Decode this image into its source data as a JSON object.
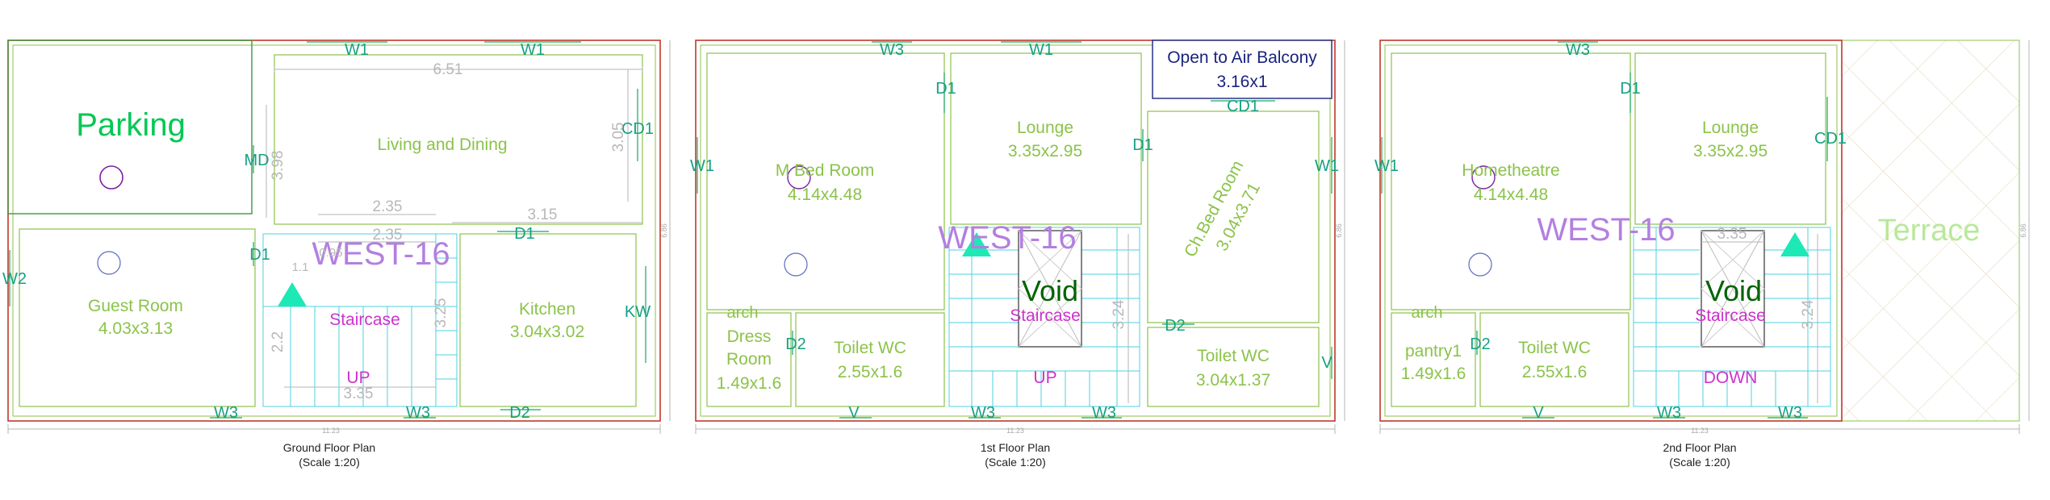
{
  "ground": {
    "caption": "Ground Floor Plan",
    "scale": "(Scale 1:20)",
    "parking": "Parking",
    "living": "Living and Dining",
    "guest_name": "Guest Room",
    "guest_dim": "4.03x3.13",
    "staircase": "Staircase",
    "up": "UP",
    "kitchen_name": "Kitchen",
    "kitchen_dim": "3.04x3.02",
    "watermark": "WEST-16",
    "w1a": "W1",
    "w1b": "W1",
    "w2": "W2",
    "w3a": "W3",
    "w3b": "W3",
    "md": "MD",
    "d1a": "D1",
    "d1b": "D1",
    "d2": "D2",
    "cd1": "CD1",
    "kw": "KW",
    "dim_651": "6.51",
    "dim_398": "3.98",
    "dim_305": "3.05",
    "dim_235a": "2.35",
    "dim_235b": "2.35",
    "dim_315": "3.15",
    "dim_325": "3.25",
    "dim_22": "2.2",
    "dim_335": "3.35",
    "dim_11": "1.1",
    "dim_095": "0.95",
    "overall": "11.23",
    "side": "6.86"
  },
  "first": {
    "caption": "1st Floor Plan",
    "scale": "(Scale 1:20)",
    "mbed_name": "M Bed Room",
    "mbed_dim": "4.14x4.48",
    "lounge_name": "Lounge",
    "lounge_dim": "3.35x2.95",
    "balcony_name": "Open to Air Balcony",
    "balcony_dim": "3.16x1",
    "chbed": "Ch.Bed Room",
    "chbed_dim": "3.04x3.71",
    "void": "Void",
    "staircase": "Staircase",
    "up": "UP",
    "arch": "arch",
    "dress1": "Dress",
    "dress2": "Room",
    "dress_dim": "1.49x1.6",
    "toilet1_name": "Toilet WC",
    "toilet1_dim": "2.55x1.6",
    "toilet2_name": "Toilet WC",
    "toilet2_dim": "3.04x1.37",
    "watermark": "WEST-16",
    "w3a": "W3",
    "w1a": "W1",
    "cd1": "CD1",
    "w1l": "W1",
    "w1r": "W1",
    "d1a": "D1",
    "d1b": "D1",
    "d2a": "D2",
    "d2b": "D2",
    "v1": "V",
    "v2": "V",
    "w3b": "W3",
    "w3c": "W3",
    "dim_324": "3.24",
    "overall": "11.23",
    "side": "6.86"
  },
  "second": {
    "caption": "2nd Floor Plan",
    "scale": "(Scale 1:20)",
    "home_name": "Hometheatre",
    "home_dim": "4.14x4.48",
    "lounge_name": "Lounge",
    "lounge_dim": "3.35x2.95",
    "terrace": "Terrace",
    "void": "Void",
    "staircase": "Staircase",
    "down": "DOWN",
    "arch": "arch",
    "pantry_name": "pantry1",
    "pantry_dim": "1.49x1.6",
    "toilet_name": "Toilet WC",
    "toilet_dim": "2.55x1.6",
    "watermark": "WEST-16",
    "w3a": "W3",
    "w1l": "W1",
    "d1": "D1",
    "cd1": "CD1",
    "d2": "D2",
    "v1": "V",
    "w3b": "W3",
    "w3c": "W3",
    "dim_335": "3.35",
    "dim_324": "3.24",
    "overall": "11.23",
    "side": "6.86"
  },
  "colors": {
    "outer_wall": "#c0392b",
    "inner_wall": "#8bc34a",
    "stair": "#4dd0e1",
    "dim": "#b5b5b5",
    "teal": "#17a667",
    "blue_box": "#1a237e"
  }
}
